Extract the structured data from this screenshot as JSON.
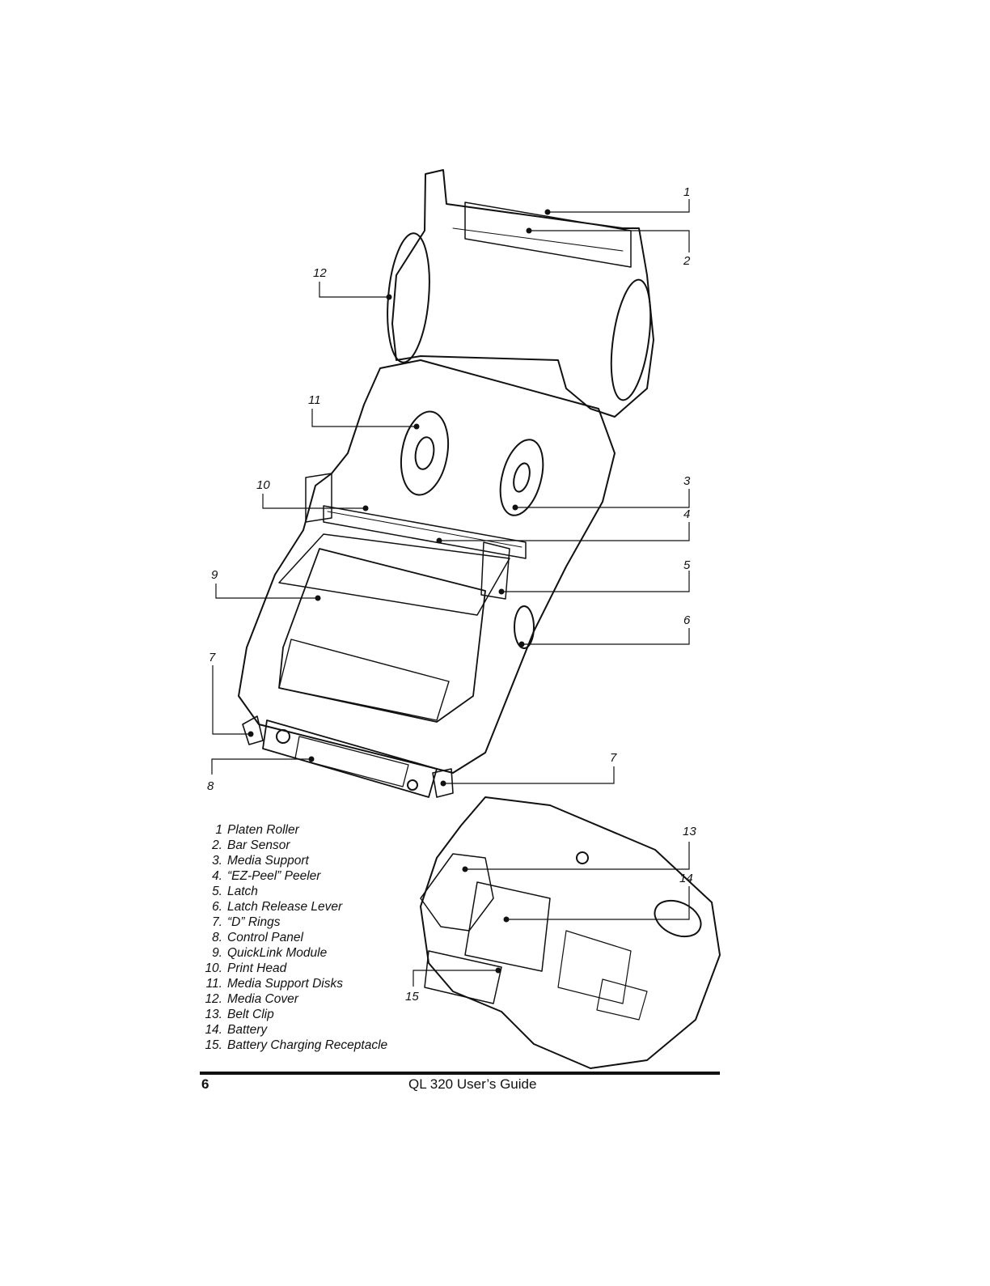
{
  "figure": {
    "callouts": [
      "1",
      "2",
      "3",
      "4",
      "5",
      "6",
      "7",
      "7",
      "8",
      "9",
      "10",
      "11",
      "12",
      "13",
      "14",
      "15"
    ]
  },
  "legend": [
    {
      "num": "1",
      "label": "Platen Roller"
    },
    {
      "num": "2.",
      "label": "Bar Sensor"
    },
    {
      "num": "3.",
      "label": "Media Support"
    },
    {
      "num": "4.",
      "label": "“EZ-Peel” Peeler"
    },
    {
      "num": "5.",
      "label": "Latch"
    },
    {
      "num": "6.",
      "label": "Latch Release Lever"
    },
    {
      "num": "7.",
      "label": "“D” Rings"
    },
    {
      "num": "8.",
      "label": "Control Panel"
    },
    {
      "num": "9.",
      "label": "QuickLink Module"
    },
    {
      "num": "10.",
      "label": "Print Head"
    },
    {
      "num": "11.",
      "label": "Media Support Disks"
    },
    {
      "num": "12.",
      "label": "Media Cover"
    },
    {
      "num": "13.",
      "label": "Belt Clip"
    },
    {
      "num": "14.",
      "label": "Battery"
    },
    {
      "num": "15.",
      "label": "Battery Charging Receptacle"
    }
  ],
  "footer": {
    "page_number": "6",
    "guide_title": "QL 320 User’s Guide"
  }
}
